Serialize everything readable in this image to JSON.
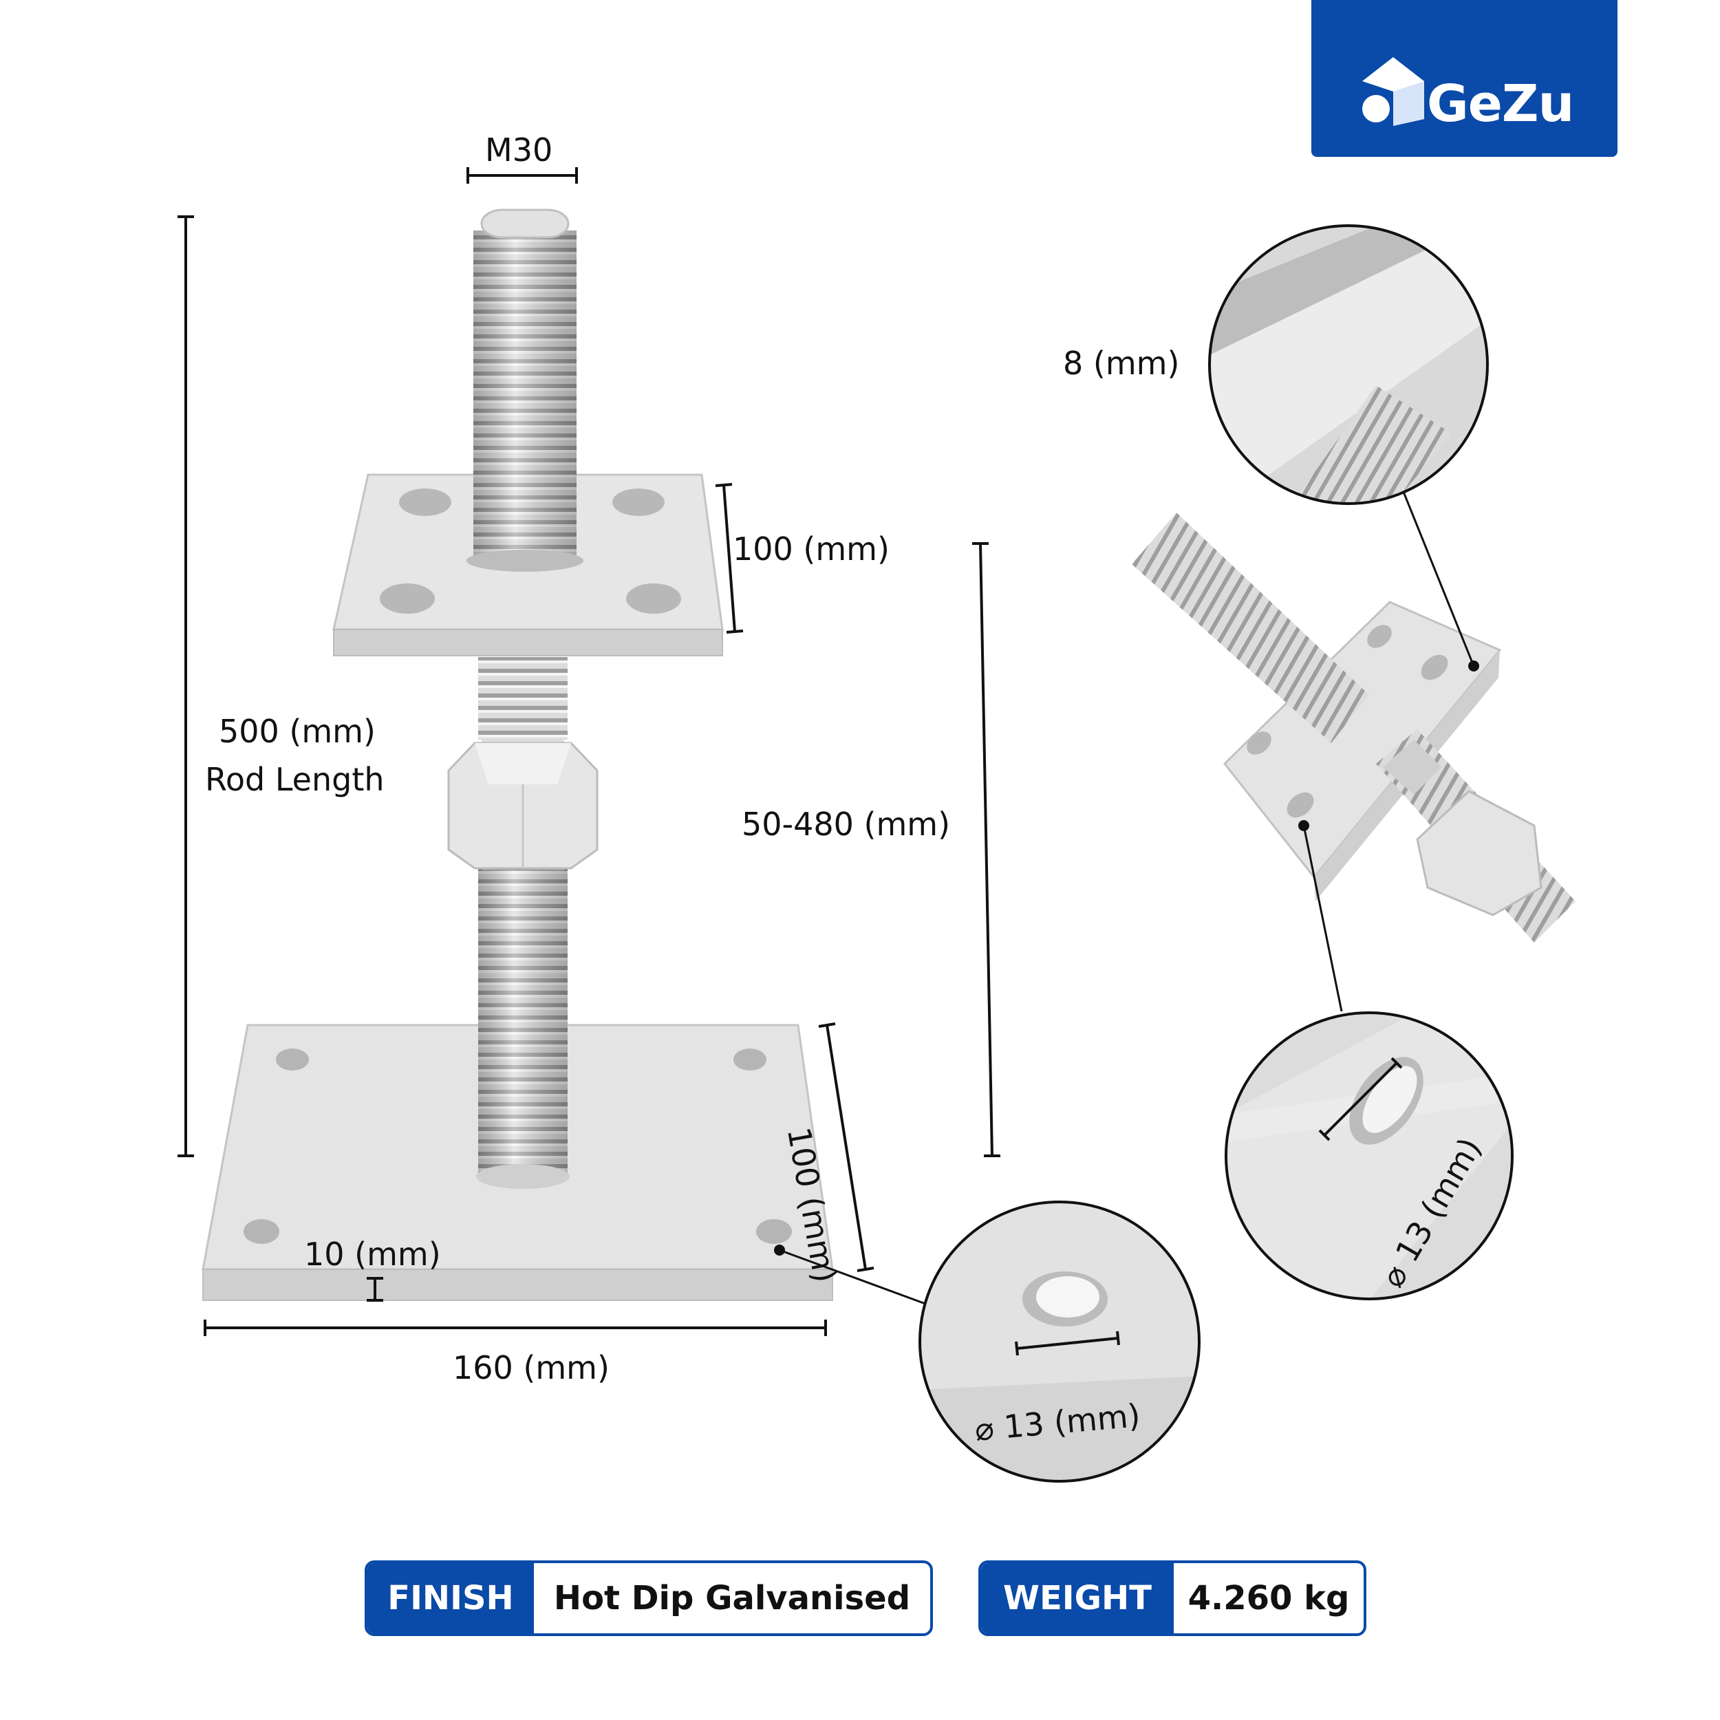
{
  "brand": {
    "name": "GeZu",
    "color": "#0a4aa8"
  },
  "labels": {
    "thread": "M30",
    "top_plate_size": "100 (mm)",
    "rod_length_value": "500 (mm)",
    "rod_length_text": "Rod Length",
    "adjust_range": "50-480 (mm)",
    "base_side": "100 (mm)",
    "base_thickness": "10 (mm)",
    "base_width": "160 (mm)",
    "plate_thickness_detail": "8 (mm)",
    "hole_detail_right": "⌀ 13 (mm)",
    "hole_detail_bottom": "⌀ 13 (mm)"
  },
  "specs": [
    {
      "key": "FINISH",
      "value": "Hot Dip Galvanised"
    },
    {
      "key": "WEIGHT",
      "value": "4.260 kg"
    }
  ]
}
